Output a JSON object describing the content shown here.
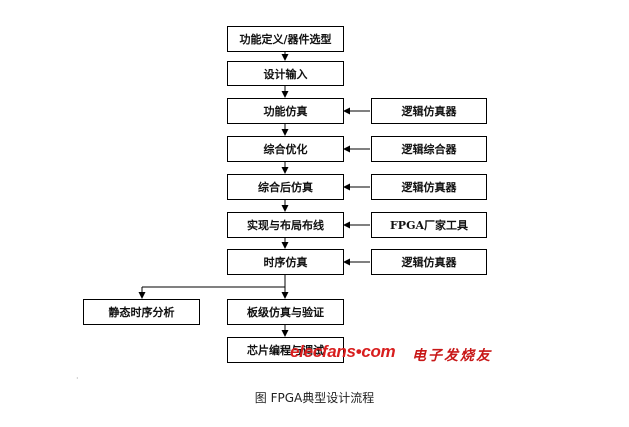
{
  "flow_steps": [
    "功能定义/器件选型",
    "设计输入",
    "功能仿真",
    "综合优化",
    "综合后仿真",
    "实现与布局布线",
    "时序仿真",
    "板级仿真与验证",
    "芯片编程与调试"
  ],
  "tools": [
    "逻辑仿真器",
    "逻辑综合器",
    "逻辑仿真器",
    "FPGA厂家工具",
    "逻辑仿真器"
  ],
  "side_step": "静态时序分析",
  "watermark": {
    "site": "elecfans",
    "dot": "•",
    "tld": "com",
    "cn_name": "电子发烧友"
  },
  "caption": "图 FPGA典型设计流程",
  "colors": {
    "line": "#000000",
    "watermark": "#d81e1e"
  }
}
